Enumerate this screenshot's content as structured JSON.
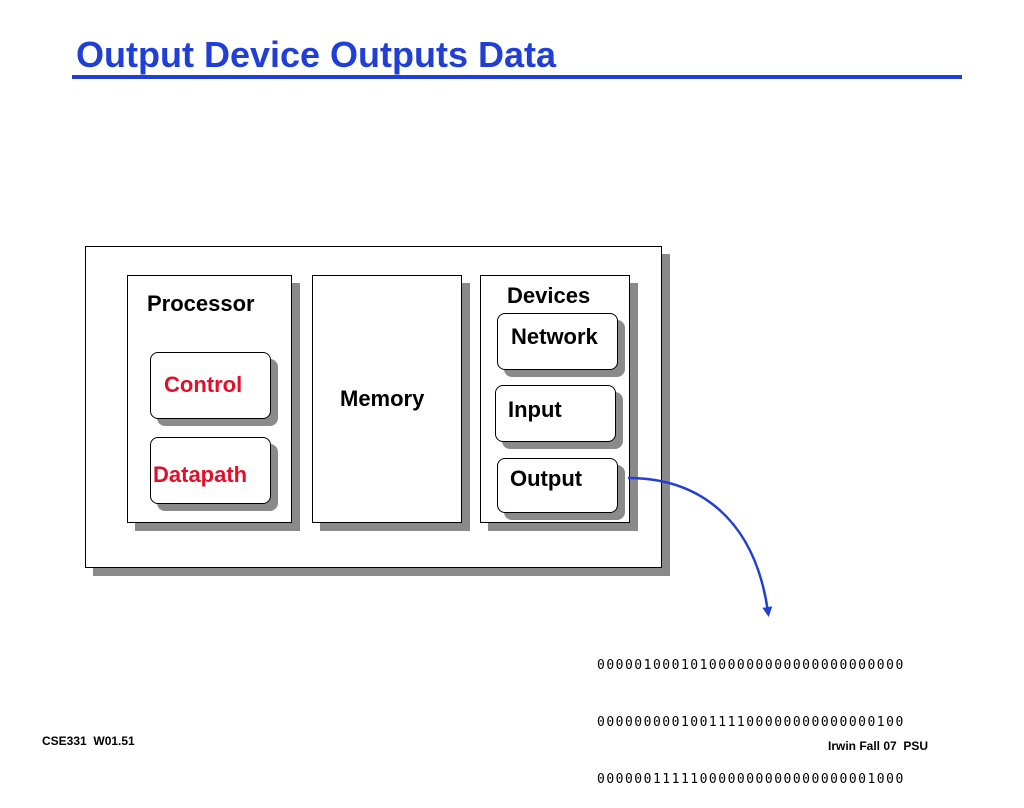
{
  "slide": {
    "title": "Output Device Outputs Data",
    "footer_left": "CSE331  W01.51",
    "footer_right": "Irwin Fall 07  PSU"
  },
  "diagram": {
    "processor": {
      "label": "Processor",
      "control_label": "Control",
      "datapath_label": "Datapath"
    },
    "memory": {
      "label": "Memory"
    },
    "devices": {
      "label": "Devices",
      "network_label": "Network",
      "input_label": "Input",
      "output_label": "Output"
    },
    "output_data": [
      "000001000101000000000000000000000",
      "000000000100111100000000000000100",
      "000000111110000000000000000001000"
    ],
    "colors": {
      "title": "#1f3fd6",
      "highlight": "#e0102a",
      "arrow": "#1f3fd6",
      "shadow": "#8a8a8a"
    }
  }
}
